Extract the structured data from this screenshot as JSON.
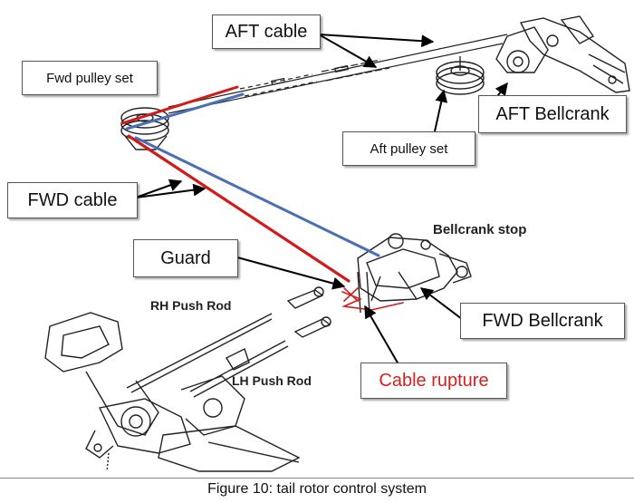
{
  "figure": {
    "caption": "Figure 10: tail rotor control system"
  },
  "labels": {
    "aft_cable": "AFT cable",
    "fwd_pulley_set": "Fwd pulley set",
    "aft_bellcrank": "AFT Bellcrank",
    "aft_pulley_set": "Aft pulley set",
    "fwd_cable": "FWD cable",
    "guard": "Guard",
    "fwd_bellcrank": "FWD Bellcrank",
    "cable_rupture": "Cable rupture"
  },
  "printed": {
    "bellcrank_stop": "Bellcrank stop",
    "rh_push_rod": "RH Push Rod",
    "lh_push_rod": "LH Push Rod"
  },
  "colors": {
    "red_cable": "#d11a1a",
    "blue_cable": "#4a6fb5",
    "rupture_text": "#d42020",
    "drawing_ink": "#222222"
  }
}
